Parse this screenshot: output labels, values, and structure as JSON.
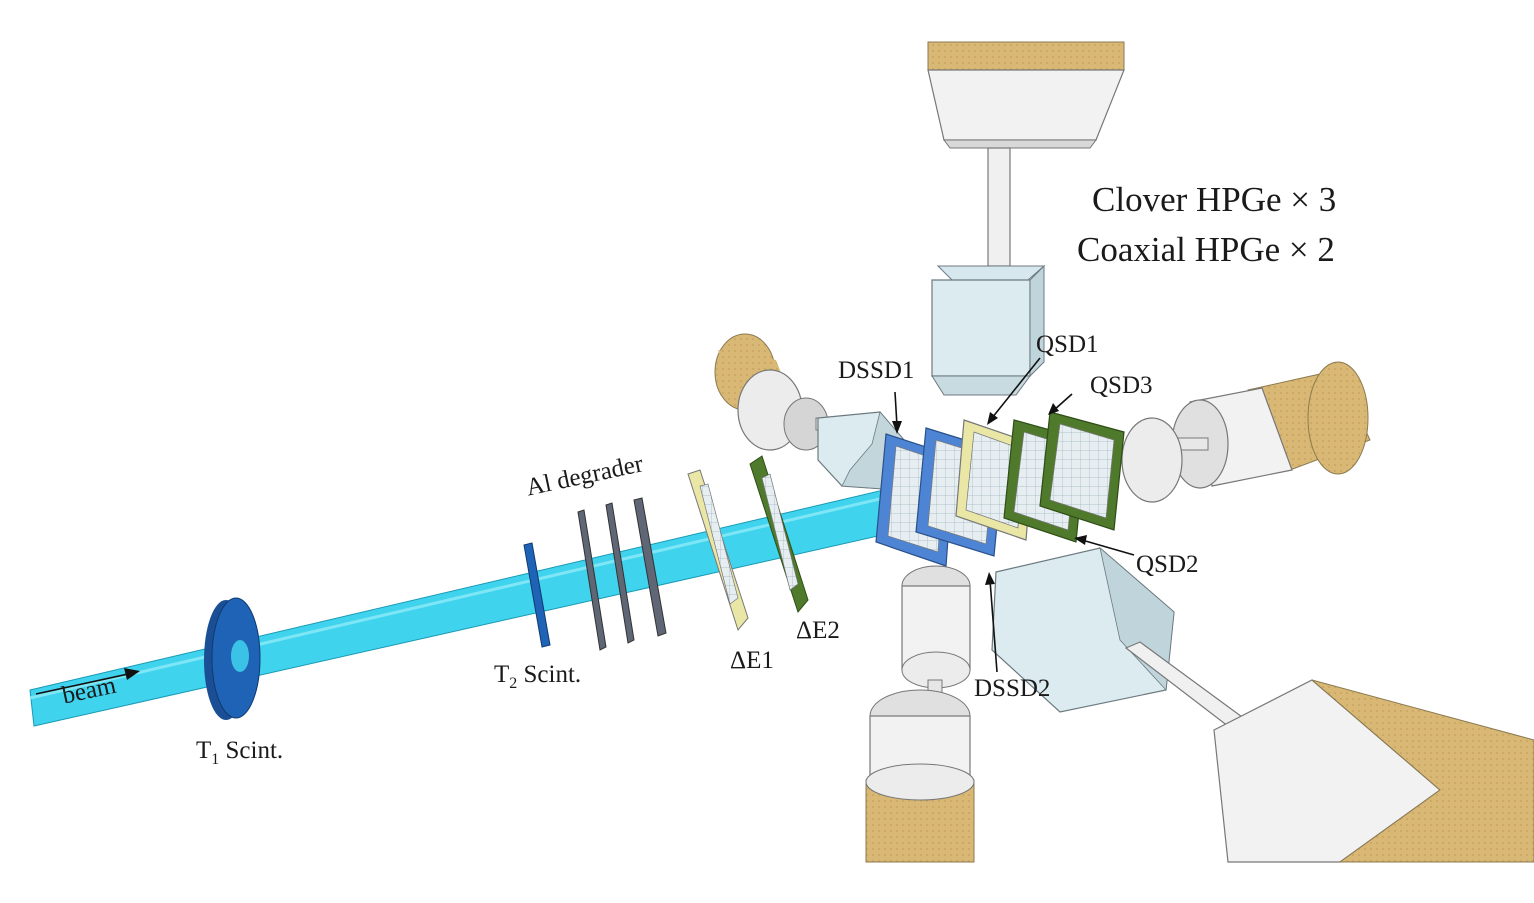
{
  "labels": {
    "beam": "beam",
    "t1_main": "T",
    "t1_sub": "1",
    "t1_rest": " Scint.",
    "t2_main": "T",
    "t2_sub": "2",
    "t2_rest": " Scint.",
    "al_degrader": "Al degrader",
    "de1": "ΔE1",
    "de2": "ΔE2",
    "dssd1": "DSSD1",
    "dssd2": "DSSD2",
    "qsd1": "QSD1",
    "qsd2": "QSD2",
    "qsd3": "QSD3",
    "clover": "Clover HPGe × 3",
    "coaxial": "Coaxial HPGe × 2"
  },
  "colors": {
    "beam": "#3fd3ee",
    "scintillator": "#1e63b5",
    "degrader": "#5f6675",
    "delta_e_frame_1": "#e9e6a6",
    "delta_e_frame_2": "#4f7a2b",
    "dssd_frame": "#4d84d4",
    "qsd_frame_yellow": "#e9e6a6",
    "qsd_frame_green": "#4f7a2b",
    "detector_tan": "#d9b876",
    "detector_white": "#f4f4f4",
    "detector_pale_blue": "#dcebf0"
  }
}
